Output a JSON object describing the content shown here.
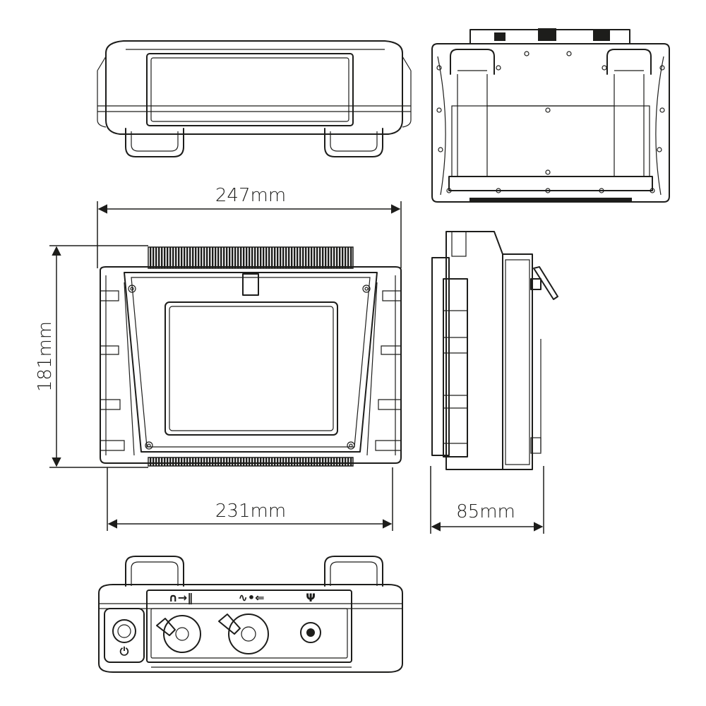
{
  "dimensions": {
    "width_top": "247mm",
    "height": "181mm",
    "width_bottom": "231mm",
    "depth": "85mm"
  },
  "port_symbols": {
    "sensor": "∩→‖",
    "power_usb": "∿•⇐",
    "antenna": "Ψ",
    "power_button": "⏻"
  }
}
